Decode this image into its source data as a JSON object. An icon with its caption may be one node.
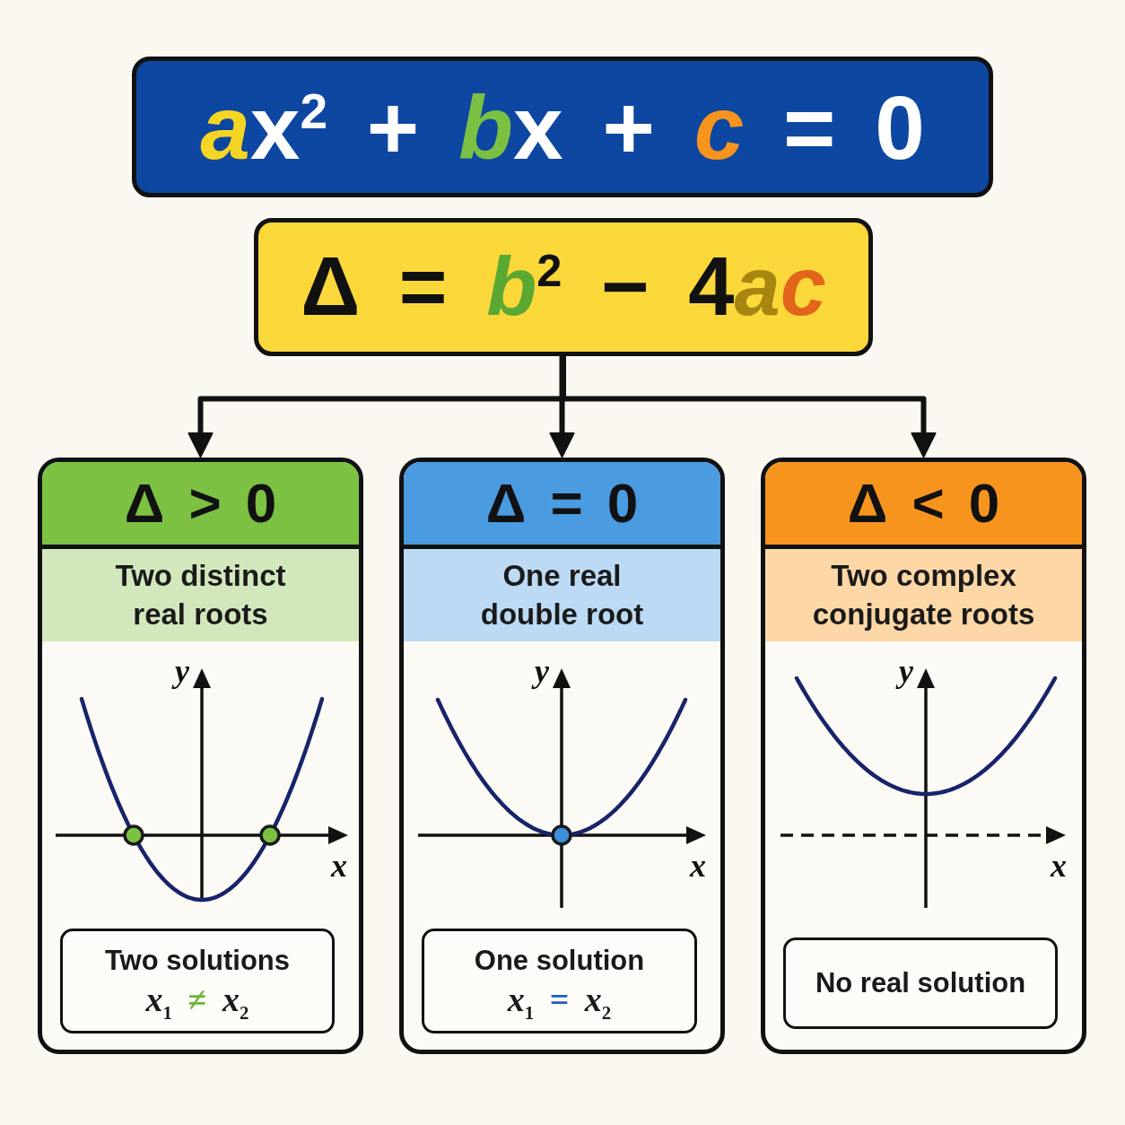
{
  "diagram": {
    "nodes": [
      {
        "text": [
          "ax$^{2}$ + bx + c = 0"
        ]
      },
      {
        "text": [
          "Δ = b$^{2}$ − 4ac"
        ]
      },
      {
        "text": [
          "Δ > 0",
          "Two distinct real roots"
        ]
      },
      {
        "text": [
          "Two solutions",
          "*x*$_{1}$ ≠ *x*$_{2}$"
        ],
        "in": 2
      },
      {
        "text": [
          "Δ = 0",
          "One real double root"
        ]
      },
      {
        "text": [
          "One solution",
          "*x*$_{1}$ = *x*$_{2}$"
        ],
        "in": 4
      },
      {
        "text": [
          "Δ < 0",
          "Two complex conjugate roots"
        ]
      },
      {
        "text": [
          "No real solution"
        ],
        "in": 6
      }
    ],
    "edges": [
      {
        "from": 1,
        "to": 2,
        "arrow": "to"
      },
      {
        "from": 1,
        "to": 4,
        "arrow": "to"
      },
      {
        "from": 1,
        "to": 6,
        "arrow": "to"
      }
    ],
    "labels": [
      "y",
      "x",
      "y",
      "x",
      "y",
      "x"
    ]
  }
}
